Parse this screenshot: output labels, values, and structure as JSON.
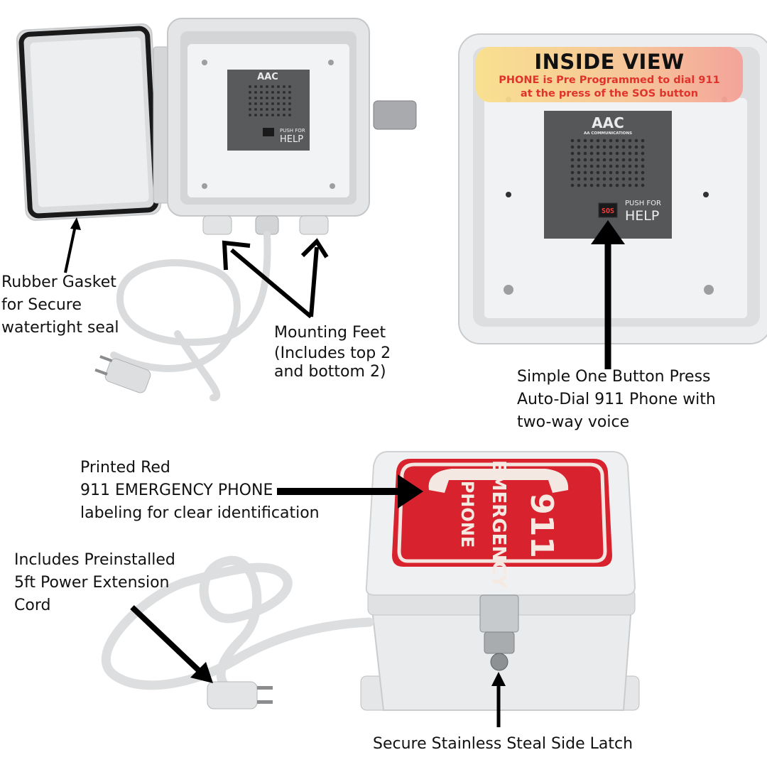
{
  "inside_view": {
    "title": "INSIDE VIEW",
    "subtitle_line1": "PHONE is Pre Programmed to dial 911",
    "subtitle_line2": "at the press of the SOS button"
  },
  "panel": {
    "logo_mark": "AAC",
    "logo_text": "AA COMMUNICATIONS",
    "sos_label": "SOS",
    "push_for": "PUSH FOR",
    "help": "HELP"
  },
  "lid": {
    "number": "911",
    "word1": "EMERGENCY",
    "word2": "PHONE"
  },
  "callouts": {
    "gasket": [
      "Rubber Gasket",
      "for Secure",
      "watertight seal"
    ],
    "feet": [
      "Mounting Feet",
      "(Includes top 2",
      "and bottom 2)"
    ],
    "button": [
      "Simple One Button Press",
      "Auto-Dial 911 Phone with",
      "two-way voice"
    ],
    "label": [
      "Printed Red",
      "911 EMERGENCY PHONE",
      "labeling for clear identification"
    ],
    "cord": [
      "Includes Preinstalled",
      "5ft Power Extension",
      "Cord"
    ],
    "latch": [
      "Secure Stainless Steal Side Latch"
    ]
  },
  "colors": {
    "emergency_red": "#d8232f",
    "enclosure_gray": "#e6e8ea",
    "panel_dark": "#555759",
    "banner_red_text": "#e0332b",
    "arrow": "#000000"
  }
}
